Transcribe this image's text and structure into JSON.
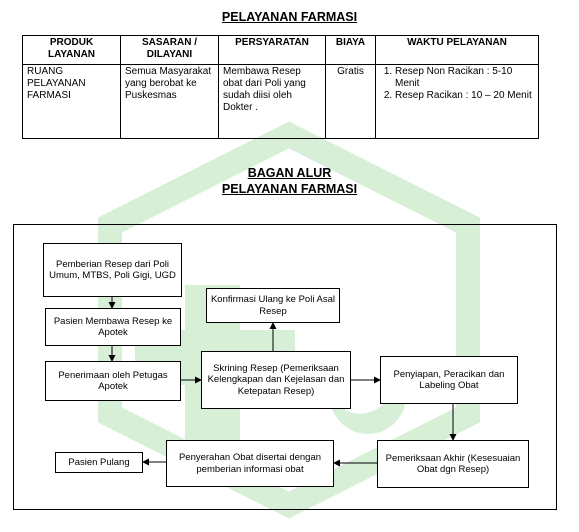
{
  "doc": {
    "title": "PELAYANAN FARMASI",
    "chart_title_line1": "BAGAN ALUR",
    "chart_title_line2": "PELAYANAN FARMASI"
  },
  "table": {
    "headers": [
      "PRODUK LAYANAN",
      "SASARAN / DILAYANI",
      "PERSYARATAN",
      "BIAYA",
      "WAKTU PELAYANAN"
    ],
    "row": {
      "produk": "RUANG PELAYANAN FARMASI",
      "sasaran": "Semua Masyarakat yang berobat ke Puskesmas",
      "persyaratan": "Membawa Resep obat dari Poli yang sudah diisi oleh Dokter .",
      "biaya": "Gratis",
      "waktu": [
        "Resep Non Racikan : 5-10 Menit",
        "Resep Racikan : 10 – 20 Menit"
      ]
    }
  },
  "flow": {
    "pemberian_resep": "Pemberian Resep dari Poli Umum, MTBS, Poli Gigi, UGD",
    "membawa_resep": "Pasien Membawa Resep ke Apotek",
    "penerimaan": "Penerimaan oleh Petugas Apotek",
    "konfirmasi": "Konfirmasi Ulang ke Poli Asal Resep",
    "skrining": "Skrining Resep (Pemeriksaan Kelengkapan dan Kejelasan dan Ketepatan Resep)",
    "penyiapan": "Penyiapan, Peracikan dan Labeling Obat",
    "pemeriksaan_akhir": "Pemeriksaan Akhir (Kesesuaian Obat dgn Resep)",
    "penyerahan": "Penyerahan Obat disertai dengan pemberian informasi obat",
    "pasien_pulang": "Pasien Pulang"
  },
  "colors": {
    "watermark": "#d6efd6"
  }
}
